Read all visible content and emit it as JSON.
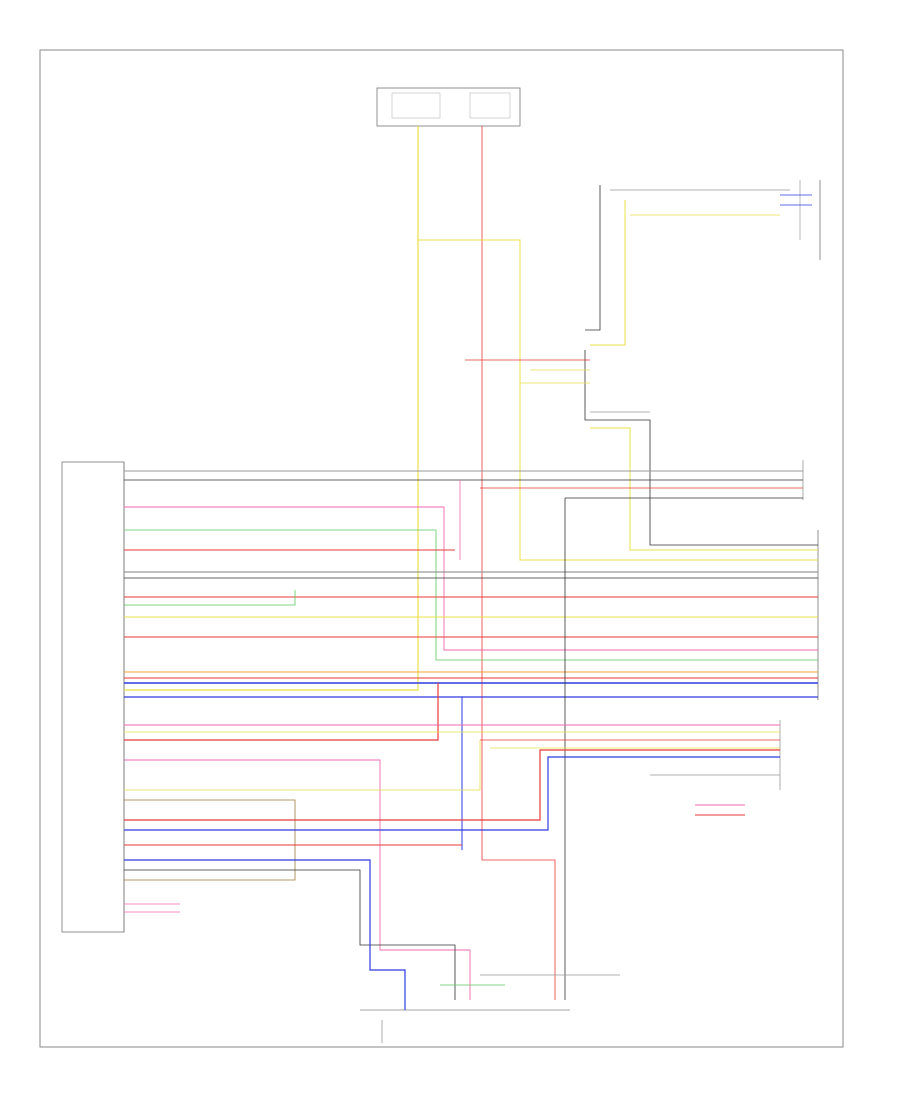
{
  "wires": [
    {
      "id": "YEL",
      "color": "#e8e04a"
    },
    {
      "id": "RED",
      "color": "#e83a3a"
    },
    {
      "id": "PNK",
      "color": "#f16ab0"
    },
    {
      "id": "GRN",
      "color": "#5cc95c"
    },
    {
      "id": "BLU",
      "color": "#2e3be0"
    },
    {
      "id": "ORN",
      "color": "#f0a030"
    },
    {
      "id": "BLK",
      "color": "#333333"
    },
    {
      "id": "GRY",
      "color": "#999999"
    },
    {
      "id": "WHT",
      "color": "#cfcfcf"
    },
    {
      "id": "BRN",
      "color": "#9a7a3a"
    }
  ]
}
